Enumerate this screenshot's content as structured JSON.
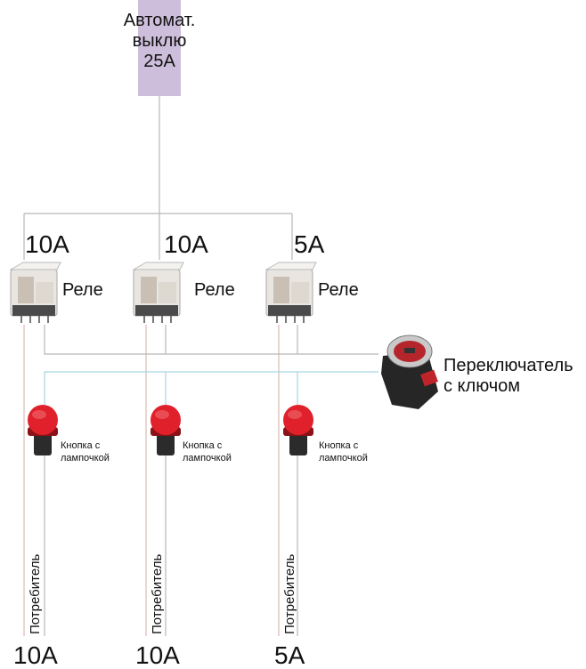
{
  "breaker": {
    "line1": "Автомат.",
    "line2": "выклю",
    "line3": "25A"
  },
  "relays": [
    {
      "rating": "10A",
      "label": "Реле"
    },
    {
      "rating": "10A",
      "label": "Реле"
    },
    {
      "rating": "5A",
      "label": "Реле"
    }
  ],
  "lamps": [
    {
      "line1": "Кнопка с",
      "line2": "лампочкой"
    },
    {
      "line1": "Кнопка с",
      "line2": "лампочкой"
    },
    {
      "line1": "Кнопка с",
      "line2": "лампочкой"
    }
  ],
  "switch": {
    "line1": "Переключатель",
    "line2": "с ключом"
  },
  "consumers": [
    {
      "label": "Потребитель",
      "rating": "10A"
    },
    {
      "label": "Потребитель",
      "rating": "10A"
    },
    {
      "label": "Потребитель",
      "rating": "5A"
    }
  ],
  "colors": {
    "breaker": "#cdbfdb",
    "wire": "#b8b8b8",
    "wire_load": "#e2c4bc",
    "wire_control": "#a9d6e3",
    "lamp": "#e0202a"
  }
}
